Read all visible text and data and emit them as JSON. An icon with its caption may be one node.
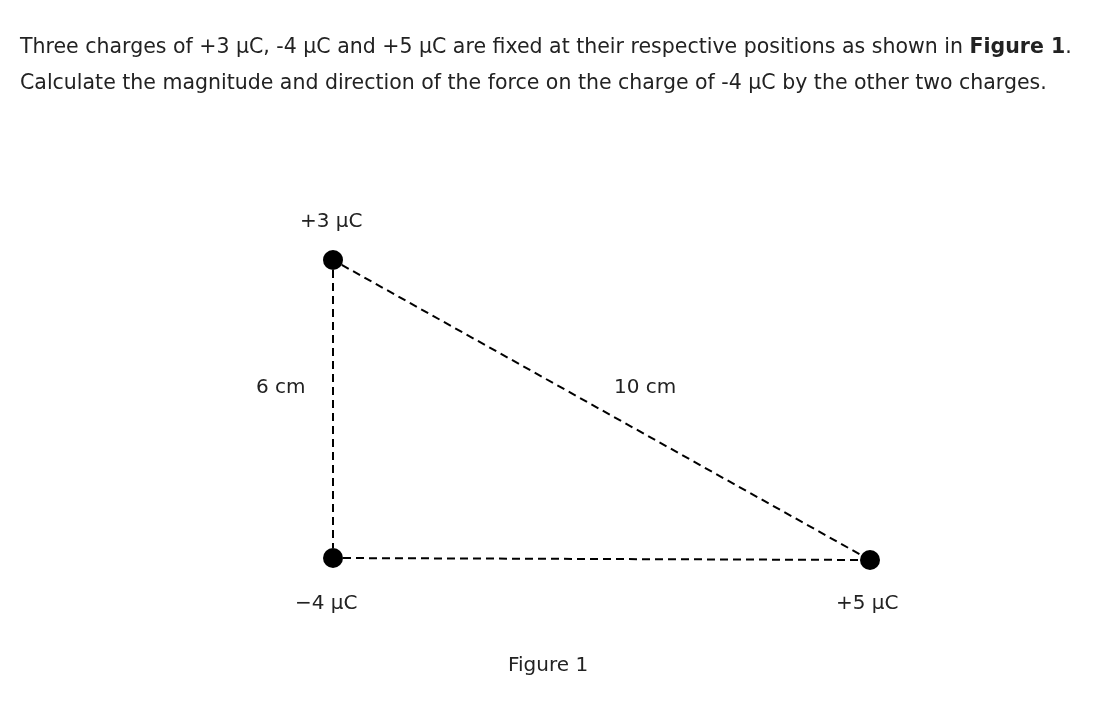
{
  "diagram": {
    "title": "Three charges of +3 μC, -4 μC and +5 μC are fixed at their respective positions as shown in **Figure 1**. Calculate the magnitude and direction of the force on the charge of -4 μC by the other two charges.",
    "caption": "Figure 1",
    "nodes": [
      {
        "text": [],
        "shape": "circle",
        "beside": [
          "+3 μC"
        ]
      },
      {
        "text": [],
        "shape": "circle",
        "beside": [
          "−4 μC"
        ]
      },
      {
        "text": [],
        "shape": "circle",
        "beside": [
          "+5 μC"
        ]
      }
    ],
    "edges": [
      {
        "from": 0,
        "to": 1,
        "arrow": "none",
        "label": "6 cm",
        "style": "dashed"
      },
      {
        "from": 0,
        "to": 2,
        "arrow": "none",
        "label": "10 cm",
        "style": "dashed"
      },
      {
        "from": 1,
        "to": 2,
        "arrow": "none",
        "style": "dashed"
      }
    ]
  }
}
